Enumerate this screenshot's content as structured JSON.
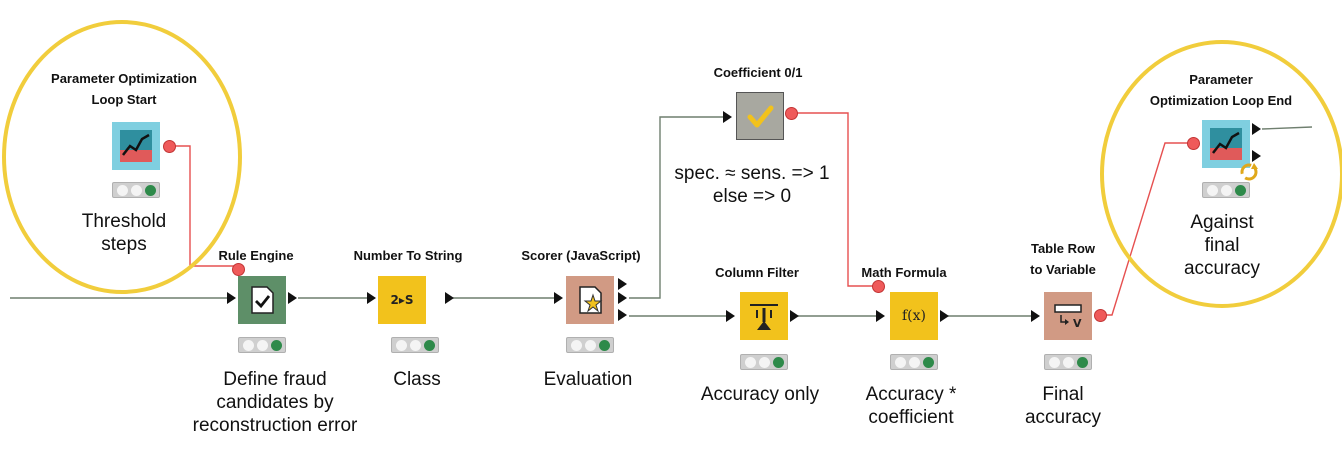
{
  "colors": {
    "data_wire": "#6f7f6f",
    "var_wire": "#e65050",
    "highlight": "#f1cd3c",
    "port": "#111111",
    "var_port": "#ef5a5a"
  },
  "nodes": {
    "loop_start": {
      "title": [
        "Parameter Optimization",
        "Loop Start"
      ],
      "label": [
        "Threshold",
        "steps"
      ],
      "icon": "line-chart-icon",
      "color": "#7fcfe0"
    },
    "rule_engine": {
      "title": [
        "Rule Engine"
      ],
      "label": [
        "Define  fraud",
        "candidates  by",
        "reconstruction error"
      ],
      "icon": "document-check-icon",
      "color": "#5e8f68"
    },
    "number_to_string": {
      "title": [
        "Number To String"
      ],
      "label": [
        "Class"
      ],
      "icon_text": "2▸S",
      "icon": "convert-icon",
      "color": "#f2c21c"
    },
    "scorer": {
      "title": [
        "Scorer (JavaScript)"
      ],
      "label": [
        "Evaluation"
      ],
      "icon": "document-star-icon",
      "color": "#d19a84"
    },
    "coefficient": {
      "title": [
        "Coefficient 0/1"
      ],
      "label": [
        "spec. ≈ sens. => 1",
        "else => 0"
      ],
      "icon": "checkmark-icon",
      "color": "#a8a8a0"
    },
    "column_filter": {
      "title": [
        "Column Filter"
      ],
      "label": [
        "Accuracy only"
      ],
      "icon": "filter-columns-icon",
      "color": "#f2c21c"
    },
    "math_formula": {
      "title": [
        "Math Formula"
      ],
      "label": [
        "Accuracy *",
        "coefficient"
      ],
      "icon_text": "f(x)",
      "icon": "function-icon",
      "color": "#f2c21c"
    },
    "table_row_to_variable": {
      "title": [
        "Table Row",
        "to Variable"
      ],
      "label": [
        "Final",
        "accuracy"
      ],
      "icon": "row-to-variable-icon",
      "color": "#d19a84"
    },
    "loop_end": {
      "title": [
        "Parameter",
        "Optimization Loop End"
      ],
      "label": [
        "Against",
        "final",
        "accuracy"
      ],
      "icon": "line-chart-loop-icon",
      "color": "#7fcfe0"
    }
  }
}
